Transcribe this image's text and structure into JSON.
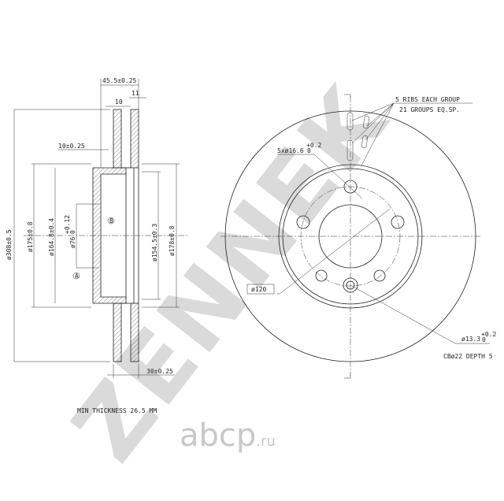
{
  "side_view": {
    "overall_width": "45.5±0.25",
    "dim_11": "11",
    "dim_10": "10",
    "hub_offset": "10±0.25",
    "outer_diameter": "ø308±0.5",
    "dia_175": "ø175±0.8",
    "dia_164": "ø164.8±0.4",
    "center_bore": "ø76",
    "center_bore_tol_upper": "+0.12",
    "center_bore_tol_lower": "0",
    "dia_154": "ø154.5±0.3",
    "dia_178": "ø178±0.8",
    "thickness": "30±0.25",
    "datum_a": "A",
    "datum_b": "B",
    "min_thickness": "MIN THICKNESS 26.5 MM"
  },
  "front_view": {
    "ribs_line1": "5 RIBS EACH GROUP",
    "ribs_line2": "21 GROUPS EQ.SP.",
    "bolt_holes": "5xø16.6",
    "bolt_holes_tol_upper": "+0.2",
    "bolt_holes_tol_lower": "0",
    "pcd": "ø120",
    "small_hole": "ø13.3",
    "small_hole_tol_upper": "+0.2",
    "small_hole_tol_lower": "0",
    "counterbore": "CBø22 DEPTH 5"
  },
  "watermarks": {
    "brand": "ZENNEK",
    "site": "abcp",
    "site_tld": ".ru"
  }
}
